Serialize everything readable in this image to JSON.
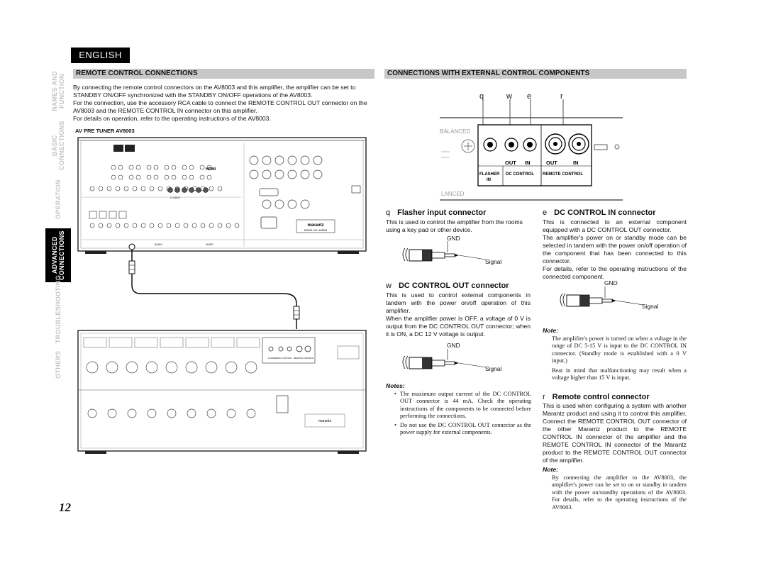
{
  "language_tab": "ENGLISH",
  "side_tabs": [
    "NAMES AND FUNCTION",
    "BASIC CONNECTIONS",
    "OPERATION",
    "ADVANCED CONNECTIONS",
    "TROUBLESHOOTING",
    "OTHERS"
  ],
  "left": {
    "title": "REMOTE CONTROL CONNECTIONS",
    "paragraphs": [
      "By connecting the remote control connectors on the AV8003 and this amplifier, the amplifier can be set to STANDBY ON/OFF synchronized with the STANDBY ON/OFF operations of the AV8003.",
      "For the connection, use the accessory RCA cable to connect the REMOTE CONTROL OUT connector on the AV8003 and the REMOTE CONTROL IN connector on this amplifier.",
      "For details on operation, refer to the operating instructions of the AV8003."
    ],
    "figure_caption": "AV PRE TUNER AV8003",
    "av8003_labels": {
      "hdmi": "HDMI",
      "brand": "marantz",
      "model": "MODEL NO. AV8003",
      "audio": "AUDIO",
      "video": "VIDEO",
      "svideo": "S-VIDEO"
    },
    "amp_labels": {
      "brand": "marantz",
      "flasher": "FLASHER",
      "dc_control": "DC CONTROL",
      "remote_control": "REMOTE CONTROL"
    }
  },
  "right": {
    "title": "CONNECTIONS WITH EXTERNAL CONTROL COMPONENTS",
    "callouts": [
      "q",
      "w",
      "e",
      "r"
    ],
    "panel": {
      "balanced_top": "BALANCED",
      "balanced_bottom": "LANCED",
      "out1": "OUT",
      "in1": "IN",
      "out2": "OUT",
      "in2": "IN",
      "flasher": "FLASHER",
      "flasher_in": "IN",
      "dc_control": "DC CONTROL",
      "remote_control": "REMOTE CONTROL"
    },
    "q": {
      "num": "q",
      "title": "Flasher input connector",
      "text": "This is used to control the amplifier from the rooms using a key pad or other device.",
      "gnd": "GND",
      "signal": "Signal"
    },
    "w": {
      "num": "w",
      "title": "DC CONTROL OUT connector",
      "text1": "This is used to control external components in tandem with the power on/off operation of this amplifier.",
      "text2": "When the amplifier power is OFF, a voltage of 0 V is output from the DC CONTROL OUT connector; when it is ON, a DC 12 V voltage is output.",
      "gnd": "GND",
      "signal": "Signal",
      "notes_label": "Notes:",
      "notes": [
        "The maximum output current of the DC CONTROL OUT connector is 44 mA.  Check the operating instructions of the components to be connected before performing the connections.",
        "Do not use the DC CONTROL OUT connector as the power supply for external components."
      ]
    },
    "e": {
      "num": "e",
      "title": "DC CONTROL IN connector",
      "text1": "This is connected to an external component equipped with a DC CONTROL OUT connector.",
      "text2": "The amplifier's power on or standby mode can be selected in tandem with the power on/off operation of the component that has been connected to this connector.",
      "text3": "For details, refer to the operating instructions of the connected component.",
      "gnd": "GND",
      "signal": "Signal",
      "note_label": "Note:",
      "notes": [
        "The amplifier's power is turned on when a voltage in the range of DC 5-15 V is input to the DC CONTROL IN connector.  (Standby mode is established with a 0 V input.)",
        "Bear in mind that malfunctioning may result when a voltage higher than 15 V is input."
      ]
    },
    "r": {
      "num": "r",
      "title": "Remote control connector",
      "text": "This is used when configuring a system with another Marantz product and using it to control this amplifier. Connect the REMOTE CONTROL OUT connector of the other Marantz product to the REMOTE CONTROL IN connector of the amplifier and the REMOTE CONTROL IN connector of the Marantz product to the REMOTE CONTROL OUT connector of the amplifier.",
      "note_label": "Note:",
      "note": "By connecting the amplifier to the AV8003, the amplifier's power can be set to on or standby in tandem with the power on/standby operations of the AV8003. For details, refer to the operating instructions of the AV8003."
    }
  },
  "page_number": "12"
}
